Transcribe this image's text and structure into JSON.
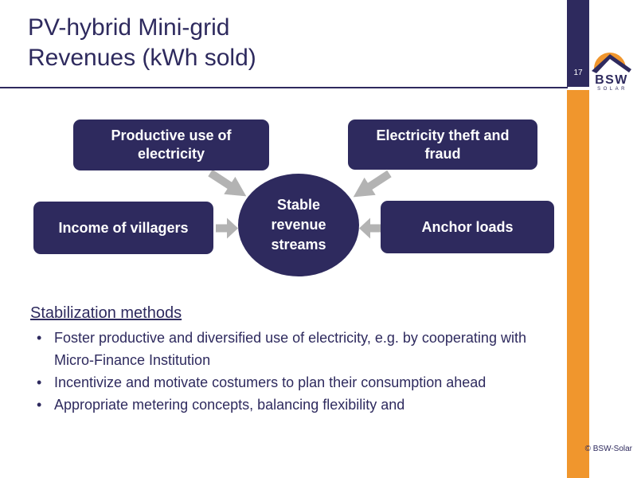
{
  "colors": {
    "navy": "#2e2a5e",
    "orange": "#f0962d",
    "arrow_gray": "#b3b3b3",
    "text_on_navy": "#ffffff"
  },
  "header": {
    "title_lines": [
      "PV-hybrid Mini-grid",
      "Revenues (kWh sold)"
    ],
    "page_number": "17"
  },
  "logo": {
    "name": "bsw-solar-logo",
    "main": "BSW",
    "sub": "SOLAR",
    "icons": [
      "sun-icon",
      "mountain-icon"
    ]
  },
  "diagram": {
    "boxes": {
      "productive_use": "Productive use of\nelectricity",
      "theft_fraud": "Electricity theft and\nfraud",
      "income": "Income of villagers",
      "anchor": "Anchor loads"
    },
    "center": "Stable\nrevenue\nstreams",
    "arrow_icons": [
      "arrow-down-right",
      "arrow-down-left",
      "arrow-right",
      "arrow-left"
    ]
  },
  "notes": {
    "heading": "Stabilization methods",
    "bullets": [
      "Foster productive and diversified use of electricity, e.g. by cooperating with Micro-Finance Institution",
      "Incentivize and motivate costumers to plan their consumption ahead",
      "Appropriate metering concepts, balancing flexibility and"
    ]
  },
  "footer": {
    "copyright": "© BSW-Solar"
  }
}
